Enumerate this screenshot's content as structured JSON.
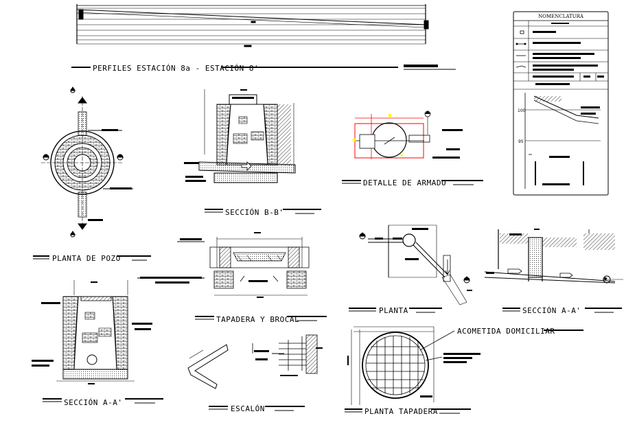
{
  "labels": {
    "profiles_title": "PERFILES ESTACIÓN 8a - ESTACIÓN 8'",
    "section_bb": "SECCIÓN B-B'",
    "detail_armado": "DETALLE DE ARMADO",
    "plan_pozo": "PLANTA DE POZO",
    "tapadera_brocal": "TAPADERA Y BROCAL",
    "planta": "PLANTA",
    "section_aa_right": "SECCIÓN A-A'",
    "acometida": "ACOMETIDA DOMICILIAR",
    "section_aa_left": "SECCIÓN A-A'",
    "escalon": "ESCALÓN",
    "planta_tapadera": "PLANTA TAPADERA"
  },
  "nomenclature": {
    "title": "NOMENCLATURA",
    "axis_100": "100",
    "axis_95": "95"
  },
  "colors": {
    "line": "#000000",
    "red": "#ff0000",
    "yellow": "#ffff00"
  }
}
